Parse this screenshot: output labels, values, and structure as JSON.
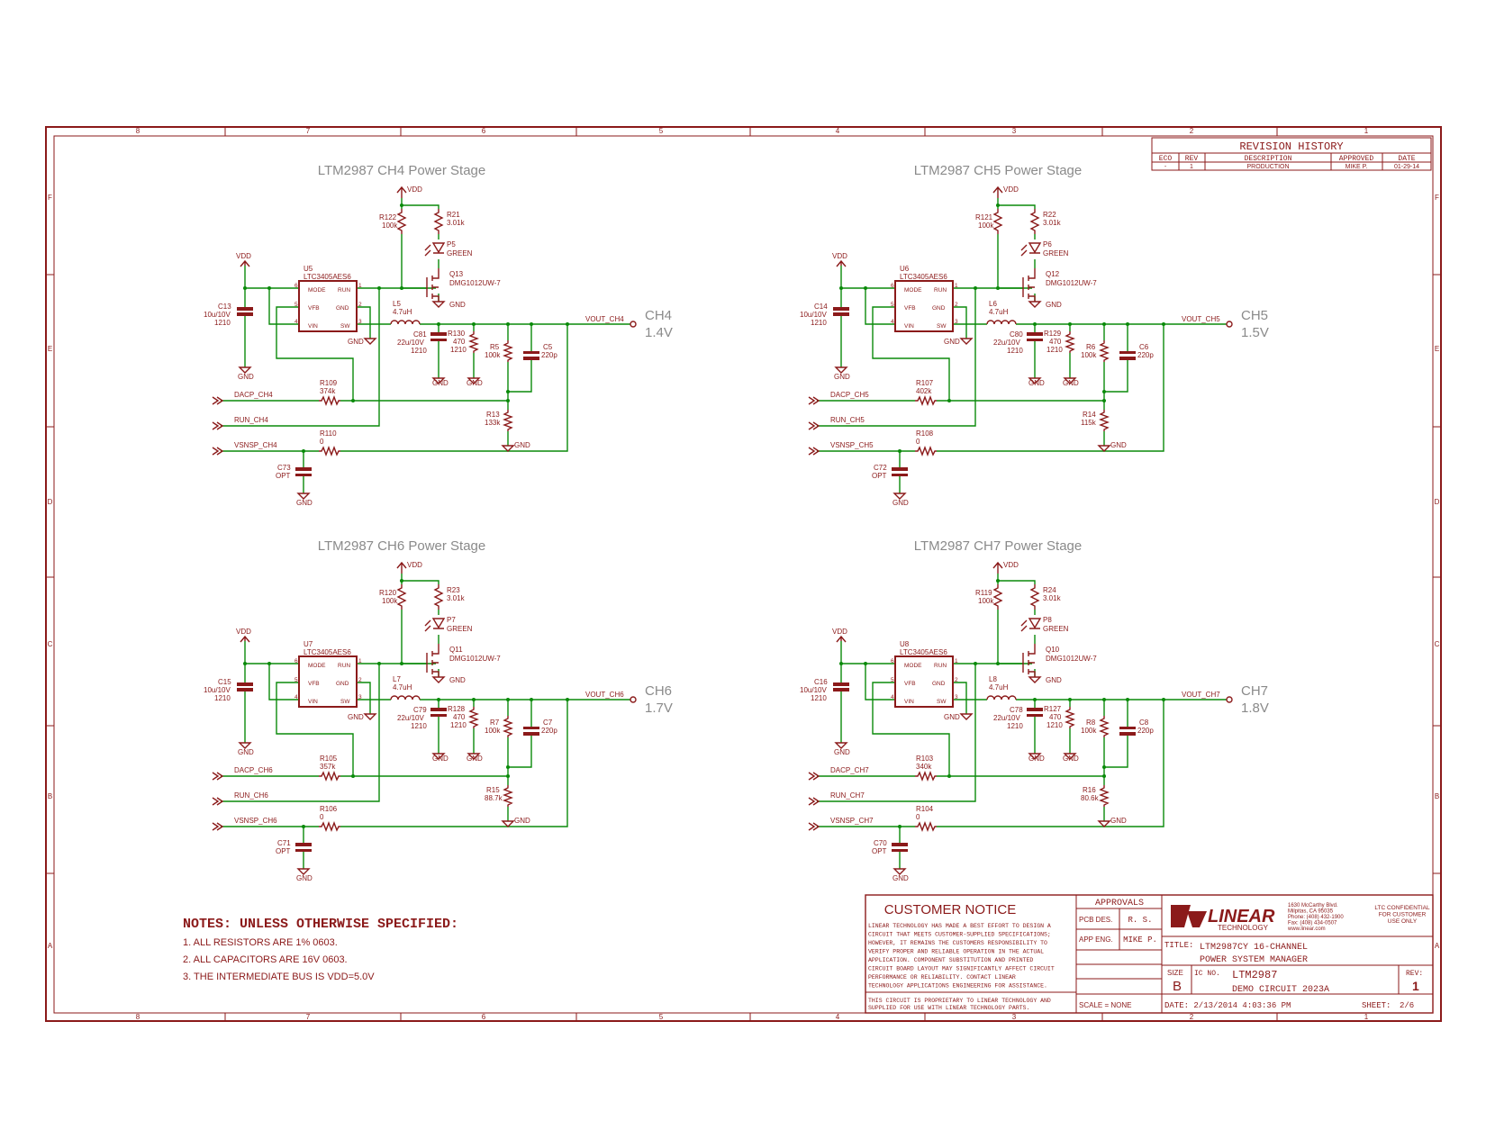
{
  "grid_columns": [
    "8",
    "7",
    "6",
    "5",
    "4",
    "3",
    "2",
    "1"
  ],
  "grid_rows": [
    "F",
    "E",
    "D",
    "C",
    "B",
    "A"
  ],
  "revision_history": {
    "title": "REVISION HISTORY",
    "headers": [
      "ECO",
      "REV",
      "DESCRIPTION",
      "APPROVED",
      "DATE"
    ],
    "row": [
      "-",
      "1",
      "PRODUCTION",
      "MIKE P.",
      "01-29-14"
    ]
  },
  "stages": [
    {
      "title": "LTM2987 CH4 Power Stage",
      "ch_label": "CH4",
      "ch_voltage": "1.4V",
      "vout_net": "VOUT_CH4",
      "ic_ref": "U5",
      "ic_part": "LTC3405AES6",
      "pin_mode": "MODE",
      "pin_run": "RUN",
      "pin_vfb": "VFB",
      "pin_gnd": "GND",
      "pin_vin": "VIN",
      "pin_sw": "SW",
      "pin_6": "6",
      "pin_5": "5",
      "pin_4": "4",
      "pin_1": "1",
      "pin_2": "2",
      "pin_3": "3",
      "vdd_left": "VDD",
      "vdd_top": "VDD",
      "cin_ref": "C13",
      "cin_val1": "10u/10V",
      "cin_val2": "1210",
      "rpu_ref": "R122",
      "rpu_val": "100k",
      "rled_ref": "R21",
      "rled_val": "3.01k",
      "led_ref": "P5",
      "led_val": "GREEN",
      "fet_ref": "Q13",
      "fet_val": "DMG1012UW-7",
      "ind_ref": "L5",
      "ind_val": "4.7uH",
      "cout_ref": "C81",
      "cout_val1": "22u/10V",
      "cout_val2": "1210",
      "rload_ref": "R130",
      "rload_val1": "470",
      "rload_val2": "1210",
      "rtop_ref": "R5",
      "rtop_val": "100k",
      "cff_ref": "C5",
      "cff_val": "220p",
      "rbot_ref": "R13",
      "rbot_val": "133k",
      "rdac_ref": "R109",
      "rdac_val": "374k",
      "rsns_ref": "R110",
      "rsns_val": "0",
      "csns_ref": "C73",
      "csns_val": "OPT",
      "net_dacp": "DACP_CH4",
      "net_run": "RUN_CH4",
      "net_vsnsp": "VSNSP_CH4",
      "gnd": "GND"
    },
    {
      "title": "LTM2987 CH5 Power Stage",
      "ch_label": "CH5",
      "ch_voltage": "1.5V",
      "vout_net": "VOUT_CH5",
      "ic_ref": "U6",
      "ic_part": "LTC3405AES6",
      "pin_mode": "MODE",
      "pin_run": "RUN",
      "pin_vfb": "VFB",
      "pin_gnd": "GND",
      "pin_vin": "VIN",
      "pin_sw": "SW",
      "pin_6": "6",
      "pin_5": "5",
      "pin_4": "4",
      "pin_1": "1",
      "pin_2": "2",
      "pin_3": "3",
      "vdd_left": "VDD",
      "vdd_top": "VDD",
      "cin_ref": "C14",
      "cin_val1": "10u/10V",
      "cin_val2": "1210",
      "rpu_ref": "R121",
      "rpu_val": "100k",
      "rled_ref": "R22",
      "rled_val": "3.01k",
      "led_ref": "P6",
      "led_val": "GREEN",
      "fet_ref": "Q12",
      "fet_val": "DMG1012UW-7",
      "ind_ref": "L6",
      "ind_val": "4.7uH",
      "cout_ref": "C80",
      "cout_val1": "22u/10V",
      "cout_val2": "1210",
      "rload_ref": "R129",
      "rload_val1": "470",
      "rload_val2": "1210",
      "rtop_ref": "R6",
      "rtop_val": "100k",
      "cff_ref": "C6",
      "cff_val": "220p",
      "rbot_ref": "R14",
      "rbot_val": "115k",
      "rdac_ref": "R107",
      "rdac_val": "402k",
      "rsns_ref": "R108",
      "rsns_val": "0",
      "csns_ref": "C72",
      "csns_val": "OPT",
      "net_dacp": "DACP_CH5",
      "net_run": "RUN_CH5",
      "net_vsnsp": "VSNSP_CH5",
      "gnd": "GND"
    },
    {
      "title": "LTM2987 CH6 Power Stage",
      "ch_label": "CH6",
      "ch_voltage": "1.7V",
      "vout_net": "VOUT_CH6",
      "ic_ref": "U7",
      "ic_part": "LTC3405AES6",
      "pin_mode": "MODE",
      "pin_run": "RUN",
      "pin_vfb": "VFB",
      "pin_gnd": "GND",
      "pin_vin": "VIN",
      "pin_sw": "SW",
      "pin_6": "6",
      "pin_5": "5",
      "pin_4": "4",
      "pin_1": "1",
      "pin_2": "2",
      "pin_3": "3",
      "vdd_left": "VDD",
      "vdd_top": "VDD",
      "cin_ref": "C15",
      "cin_val1": "10u/10V",
      "cin_val2": "1210",
      "rpu_ref": "R120",
      "rpu_val": "100k",
      "rled_ref": "R23",
      "rled_val": "3.01k",
      "led_ref": "P7",
      "led_val": "GREEN",
      "fet_ref": "Q11",
      "fet_val": "DMG1012UW-7",
      "ind_ref": "L7",
      "ind_val": "4.7uH",
      "cout_ref": "C79",
      "cout_val1": "22u/10V",
      "cout_val2": "1210",
      "rload_ref": "R128",
      "rload_val1": "470",
      "rload_val2": "1210",
      "rtop_ref": "R7",
      "rtop_val": "100k",
      "cff_ref": "C7",
      "cff_val": "220p",
      "rbot_ref": "R15",
      "rbot_val": "88.7k",
      "rdac_ref": "R105",
      "rdac_val": "357k",
      "rsns_ref": "R106",
      "rsns_val": "0",
      "csns_ref": "C71",
      "csns_val": "OPT",
      "net_dacp": "DACP_CH6",
      "net_run": "RUN_CH6",
      "net_vsnsp": "VSNSP_CH6",
      "gnd": "GND"
    },
    {
      "title": "LTM2987 CH7 Power Stage",
      "ch_label": "CH7",
      "ch_voltage": "1.8V",
      "vout_net": "VOUT_CH7",
      "ic_ref": "U8",
      "ic_part": "LTC3405AES6",
      "pin_mode": "MODE",
      "pin_run": "RUN",
      "pin_vfb": "VFB",
      "pin_gnd": "GND",
      "pin_vin": "VIN",
      "pin_sw": "SW",
      "pin_6": "6",
      "pin_5": "5",
      "pin_4": "4",
      "pin_1": "1",
      "pin_2": "2",
      "pin_3": "3",
      "vdd_left": "VDD",
      "vdd_top": "VDD",
      "cin_ref": "C16",
      "cin_val1": "10u/10V",
      "cin_val2": "1210",
      "rpu_ref": "R119",
      "rpu_val": "100k",
      "rled_ref": "R24",
      "rled_val": "3.01k",
      "led_ref": "P8",
      "led_val": "GREEN",
      "fet_ref": "Q10",
      "fet_val": "DMG1012UW-7",
      "ind_ref": "L8",
      "ind_val": "4.7uH",
      "cout_ref": "C78",
      "cout_val1": "22u/10V",
      "cout_val2": "1210",
      "rload_ref": "R127",
      "rload_val1": "470",
      "rload_val2": "1210",
      "rtop_ref": "R8",
      "rtop_val": "100k",
      "cff_ref": "C8",
      "cff_val": "220p",
      "rbot_ref": "R16",
      "rbot_val": "80.6k",
      "rdac_ref": "R103",
      "rdac_val": "340k",
      "rsns_ref": "R104",
      "rsns_val": "0",
      "csns_ref": "C70",
      "csns_val": "OPT",
      "net_dacp": "DACP_CH7",
      "net_run": "RUN_CH7",
      "net_vsnsp": "VSNSP_CH7",
      "gnd": "GND"
    }
  ],
  "notes": {
    "heading": "NOTES: UNLESS OTHERWISE SPECIFIED:",
    "items": [
      "1. ALL RESISTORS ARE 1% 0603.",
      "2. ALL CAPACITORS ARE 16V 0603.",
      "3. THE INTERMEDIATE BUS IS VDD=5.0V"
    ]
  },
  "title_block": {
    "customer_notice_title": "CUSTOMER NOTICE",
    "customer_notice_lines": [
      "LINEAR TECHNOLOGY HAS MADE A BEST EFFORT TO DESIGN A",
      "CIRCUIT THAT MEETS CUSTOMER-SUPPLIED SPECIFICATIONS;",
      "HOWEVER, IT REMAINS THE CUSTOMERS RESPONSIBILITY TO",
      "VERIFY PROPER AND RELIABLE OPERATION IN THE ACTUAL",
      "APPLICATION. COMPONENT SUBSTITUTION AND PRINTED",
      "CIRCUIT BOARD LAYOUT MAY SIGNIFICANTLY AFFECT CIRCUIT",
      "PERFORMANCE OR RELIABILITY. CONTACT LINEAR",
      "TECHNOLOGY APPLICATIONS ENGINEERING FOR ASSISTANCE."
    ],
    "proprietary_lines": [
      "THIS CIRCUIT IS PROPRIETARY TO LINEAR TECHNOLOGY AND",
      "SUPPLIED FOR USE WITH LINEAR TECHNOLOGY PARTS."
    ],
    "approvals": "APPROVALS",
    "pcb_des_label": "PCB DES.",
    "pcb_des_value": "R. S.",
    "app_eng_label": "APP ENG.",
    "app_eng_value": "MIKE P.",
    "scale": "SCALE = NONE",
    "logo_text": "LINEAR",
    "logo_sub": "TECHNOLOGY",
    "address_lines": [
      "1630 McCarthy Blvd.",
      "Milpitas, CA 95035",
      "Phone: (408) 432-1900",
      "Fax: (408) 434-0507",
      "www.linear.com"
    ],
    "confidential_lines": [
      "LTC CONFIDENTIAL",
      "FOR CUSTOMER",
      "USE ONLY"
    ],
    "title_label": "TITLE:",
    "title_line1": "LTM2987CY 16-CHANNEL",
    "title_line2": "POWER SYSTEM MANAGER",
    "size_label": "SIZE",
    "size_value": "B",
    "ic_no_label": "IC NO.",
    "ic_no_value": "LTM2987",
    "demo_circuit": "DEMO CIRCUIT 2023A",
    "rev_label": "REV:",
    "rev_value": "1",
    "date": "DATE: 2/13/2014 4:03:36 PM",
    "sheet_label": "SHEET:",
    "sheet_value": "2/6"
  },
  "colors": {
    "wire": "#0a8a0a",
    "component": "#8b1a1a",
    "heading": "#8a8a8a"
  }
}
